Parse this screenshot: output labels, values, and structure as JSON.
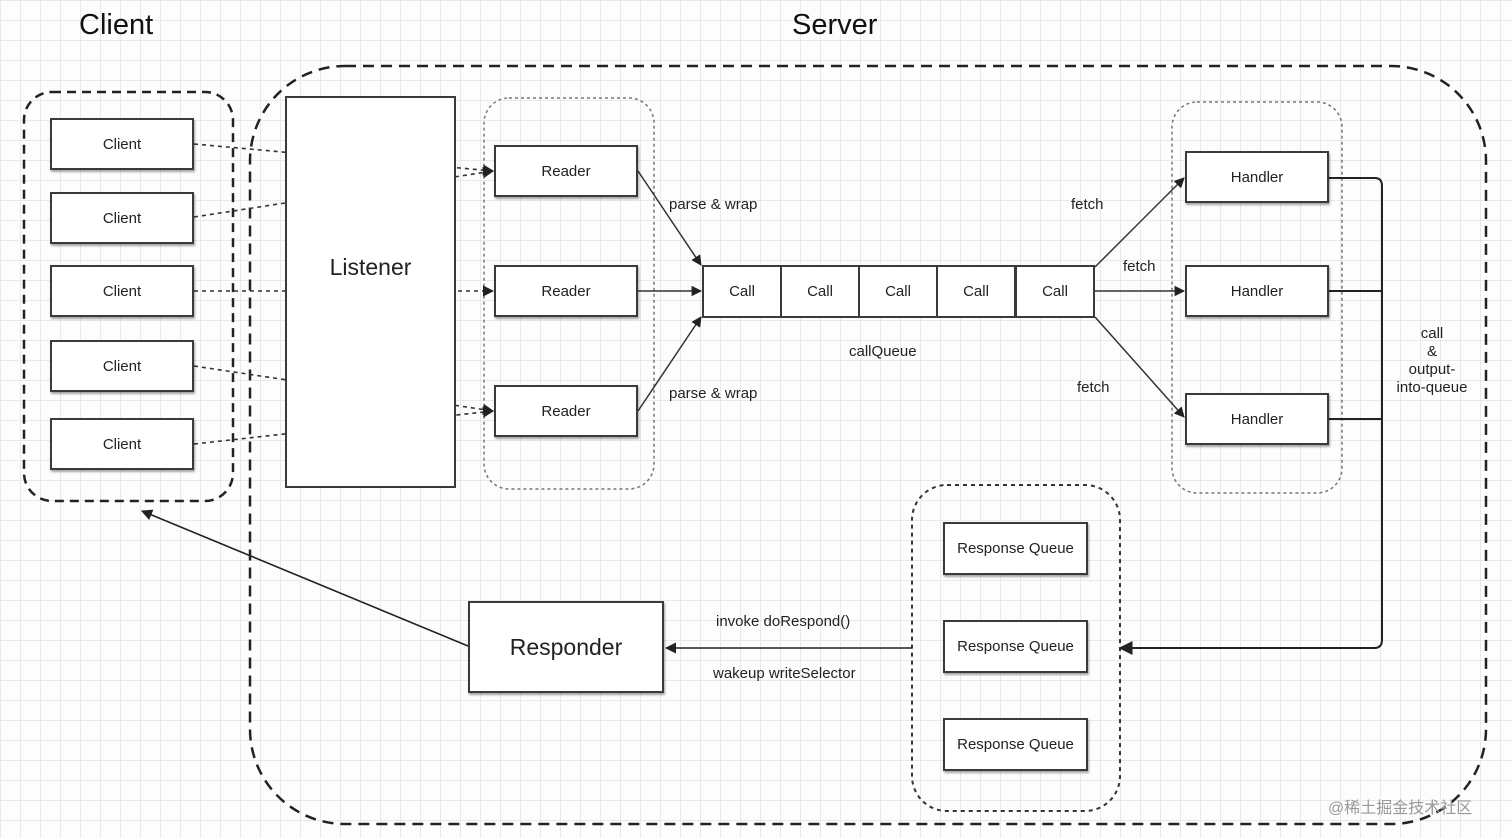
{
  "titles": {
    "client": "Client",
    "server": "Server"
  },
  "clients": [
    "Client",
    "Client",
    "Client",
    "Client",
    "Client"
  ],
  "listener": "Listener",
  "readers": [
    "Reader",
    "Reader",
    "Reader"
  ],
  "calls": [
    "Call",
    "Call",
    "Call",
    "Call",
    "Call"
  ],
  "call_queue_label": "callQueue",
  "parse_wrap_labels": [
    "parse & wrap",
    "parse & wrap"
  ],
  "fetch_labels": [
    "fetch",
    "fetch",
    "fetch"
  ],
  "handlers": [
    "Handler",
    "Handler",
    "Handler"
  ],
  "handler_output_lines": [
    "call",
    "&",
    "output-",
    "into-queue"
  ],
  "response_queues": [
    "Response Queue",
    "Response Queue",
    "Response Queue"
  ],
  "responder": "Responder",
  "responder_labels": {
    "invoke": "invoke doRespond()",
    "wakeup": "wakeup writeSelector"
  },
  "watermark": "@稀土掘金技术社区"
}
